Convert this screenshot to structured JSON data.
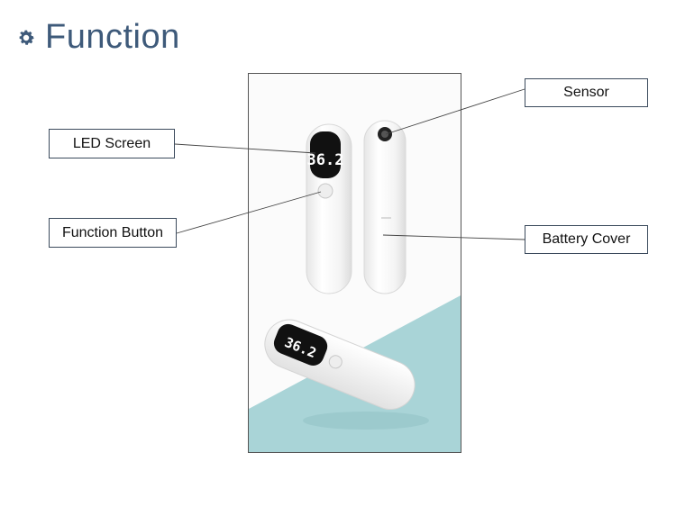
{
  "header": {
    "title": "Function",
    "icon": "gear-icon"
  },
  "labels": {
    "led_screen": "LED Screen",
    "function_button": "Function Button",
    "sensor": "Sensor",
    "battery_cover": "Battery Cover"
  },
  "device": {
    "display_reading": "36.2",
    "display_reading_tilted": "36.2"
  },
  "colors": {
    "title": "#3e5a7a",
    "label_border": "#3b4a5c",
    "backdrop": "#a9d4d7",
    "display_bg": "#111111"
  }
}
